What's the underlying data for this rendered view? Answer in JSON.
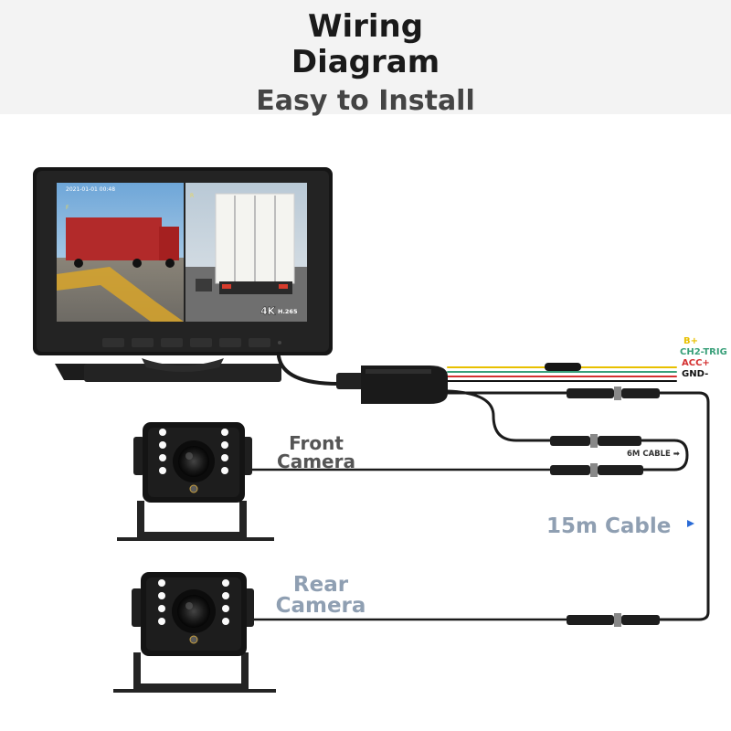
{
  "header": {
    "title_line1": "Wiring",
    "title_line2": "Diagram",
    "subtitle": "Easy to Install"
  },
  "monitor": {
    "left_view": {
      "timestamp": "2021-01-01 00:48",
      "channel": "F"
    },
    "right_view": {
      "channel": "R",
      "badge": "4K",
      "badge_sub": "H.265"
    }
  },
  "wires": [
    {
      "label": "B+",
      "color": "#e8c000"
    },
    {
      "label": "CH2-TRIG",
      "color": "#3aa07a"
    },
    {
      "label": "ACC+",
      "color": "#d43030"
    },
    {
      "label": "GND-",
      "color": "#111111"
    }
  ],
  "cables": {
    "short": "6M CABLE ➡",
    "long": "15m Cable"
  },
  "cameras": {
    "front_line1": "Front",
    "front_line2": "Camera",
    "rear_line1": "Rear",
    "rear_line2": "Camera"
  },
  "colors": {
    "long_cable_label": "#8f9fb2",
    "rear_label": "#8f9fb2",
    "front_label": "#555555"
  }
}
